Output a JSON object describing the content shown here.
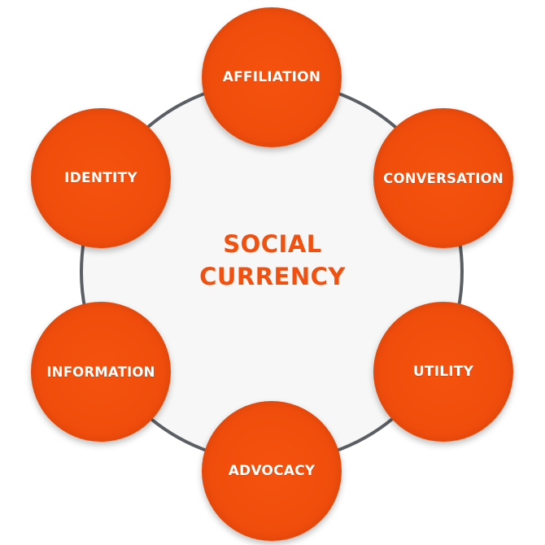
{
  "center": {
    "line1": "SOCIAL",
    "line2": "CURRENCY"
  },
  "nodes": {
    "affiliation": "AFFILIATION",
    "conversation": "CONVERSATION",
    "utility": "UTILITY",
    "advocacy": "ADVOCACY",
    "information": "INFORMATION",
    "identity": "IDENTITY"
  },
  "colors": {
    "node_fill": "#f04d0c",
    "center_text": "#f2500f",
    "ring_border": "#5b5f63",
    "ring_fill": "#f7f7f7",
    "node_text": "#ffffff"
  }
}
